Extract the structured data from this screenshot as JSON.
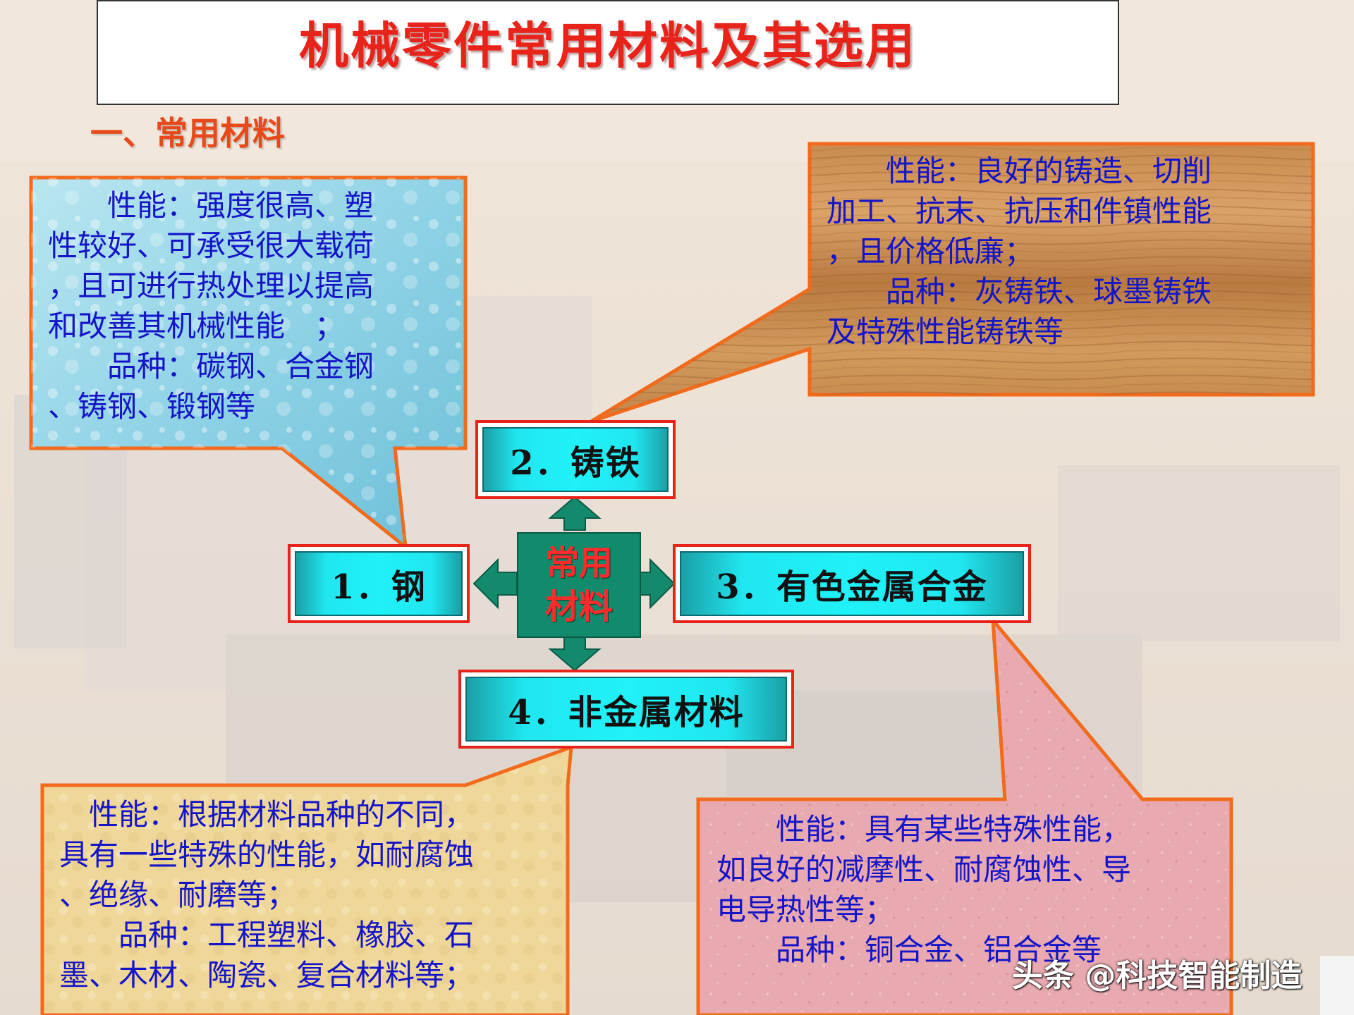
{
  "title": "机械零件常用材料及其选用",
  "section": "一、常用材料",
  "center": {
    "line1": "常用",
    "line2": "材料"
  },
  "nodes": {
    "steel": "1．钢",
    "cast_iron": "2．铸铁",
    "nonferrous": "3．有色金属合金",
    "nonmetal": "4．非金属材料"
  },
  "callouts": {
    "steel": {
      "lines": [
        "　　性能：强度很高、塑",
        "性较好、可承受很大载荷",
        "，且可进行热处理以提高",
        "和改善其机械性能　；",
        "　　品种：碳钢、合金钢",
        "、铸钢、锻钢等"
      ]
    },
    "cast_iron": {
      "lines": [
        "　　性能：良好的铸造、切削",
        "加工、抗末、抗压和件镇性能",
        "，且价格低廉；",
        "　　品种：灰铸铁、球墨铸铁",
        "及特殊性能铸铁等"
      ]
    },
    "nonmetal": {
      "lines": [
        "　性能：根据材料品种的不同，",
        "具有一些特殊的性能，如耐腐蚀",
        "、绝缘、耐磨等；",
        "　　品种：工程塑料、橡胶、石",
        "墨、木材、陶瓷、复合材料等；"
      ]
    },
    "nonferrous": {
      "lines": [
        "　　性能：具有某些特殊性能，",
        "如良好的减摩性、耐腐蚀性、导",
        "电导热性等；",
        "　　品种：铜合金、铝合金等"
      ]
    }
  },
  "watermark": "头条 @科技智能制造"
}
